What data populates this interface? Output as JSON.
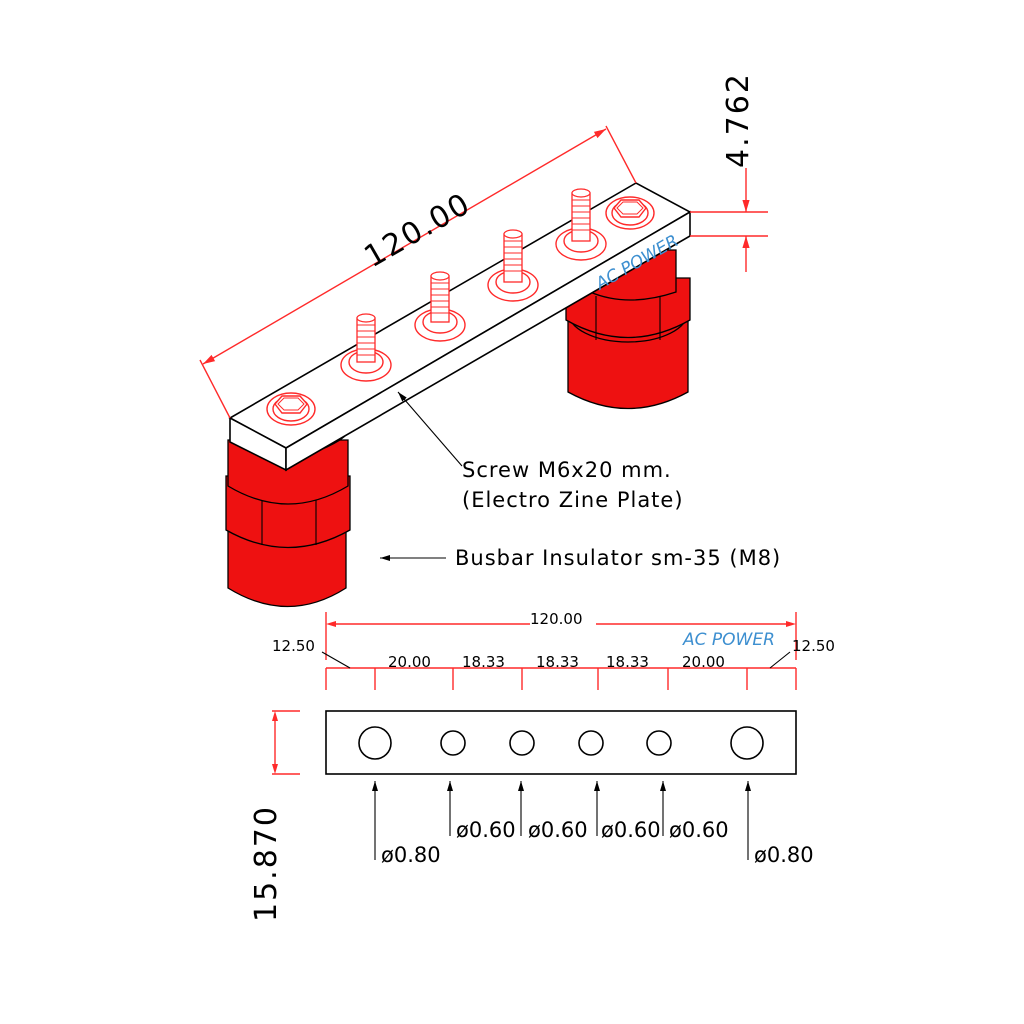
{
  "brand_colors": {
    "insulator": "#ee1111",
    "dimension_line": "#ff2a2a",
    "watermark": "#3d8fd0"
  },
  "iso_view": {
    "length_label": "120.00",
    "thickness_label": "4.762",
    "watermark": "AC POWER",
    "screw_note_line1": "Screw M6x20 mm.",
    "screw_note_line2": "(Electro Zine Plate)",
    "insulator_note": "Busbar Insulator sm-35 (M8)"
  },
  "plan_view": {
    "total_length_label": "120.00",
    "edge_left_label": "12.50",
    "edge_right_label": "12.50",
    "watermark": "AC POWER",
    "spacing_labels": [
      "20.00",
      "18.33",
      "18.33",
      "18.33",
      "20.00"
    ],
    "height_label": "15.870",
    "holes": [
      {
        "diameter_label": "ø0.80",
        "size": "large"
      },
      {
        "diameter_label": "ø0.60",
        "size": "small"
      },
      {
        "diameter_label": "ø0.60",
        "size": "small"
      },
      {
        "diameter_label": "ø0.60",
        "size": "small"
      },
      {
        "diameter_label": "ø0.60",
        "size": "small"
      },
      {
        "diameter_label": "ø0.80",
        "size": "large"
      }
    ]
  }
}
